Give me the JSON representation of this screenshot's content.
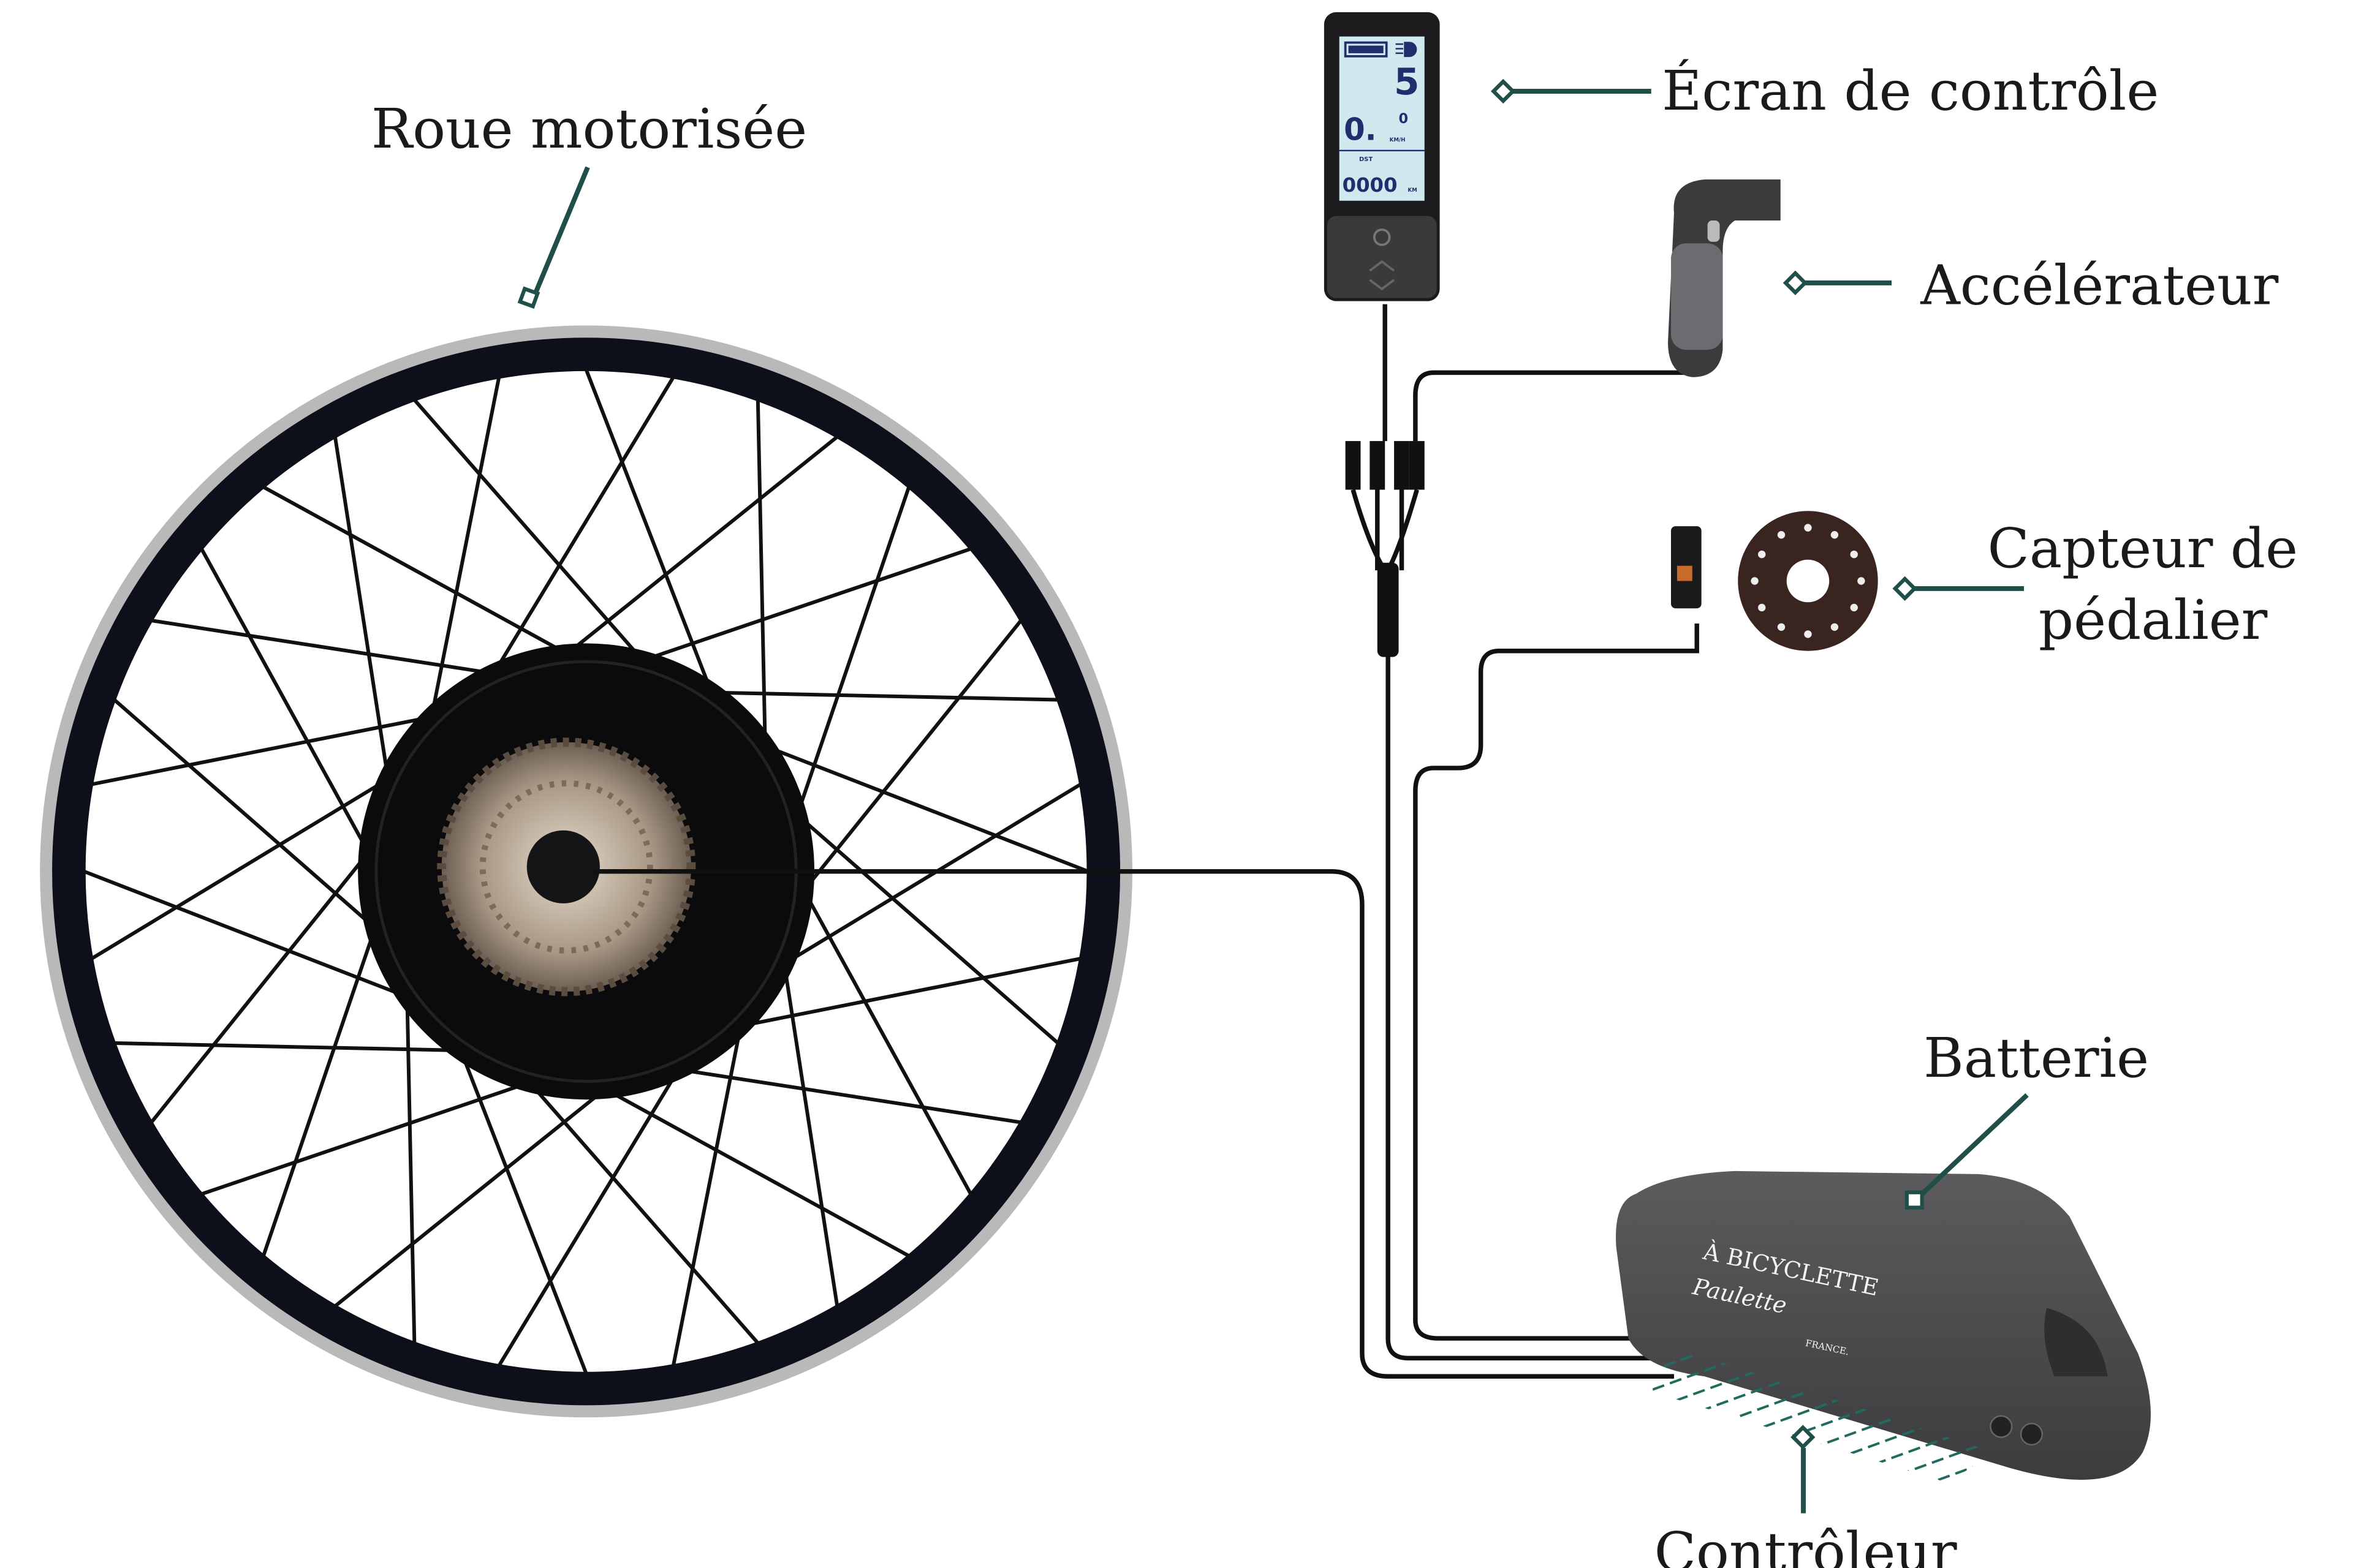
{
  "labels": {
    "wheel": "Roue motorisée",
    "display": "Écran de contrôle",
    "throttle": "Accélérateur",
    "sensor_line1": "Capteur de",
    "sensor_line2": "pédalier",
    "battery": "Batterie",
    "controller": "Contrôleur"
  },
  "lcd": {
    "battery_level": 1.0,
    "speed_main": "5",
    "speed_second": "0.",
    "speed_decimal": "0",
    "speed_unit": "KM/H",
    "distance_label": "DST",
    "distance_value": "0000",
    "distance_unit": "KM"
  },
  "battery_logo": {
    "line1": "À BICYCLETTE",
    "line2": "Paulette",
    "line3": "FRANCE."
  },
  "colors": {
    "leader": "#1f4f48",
    "lcd_bg": "#cfe9ef",
    "lcd_text": "#1e2f6e",
    "battery": "#4b4b4d"
  }
}
